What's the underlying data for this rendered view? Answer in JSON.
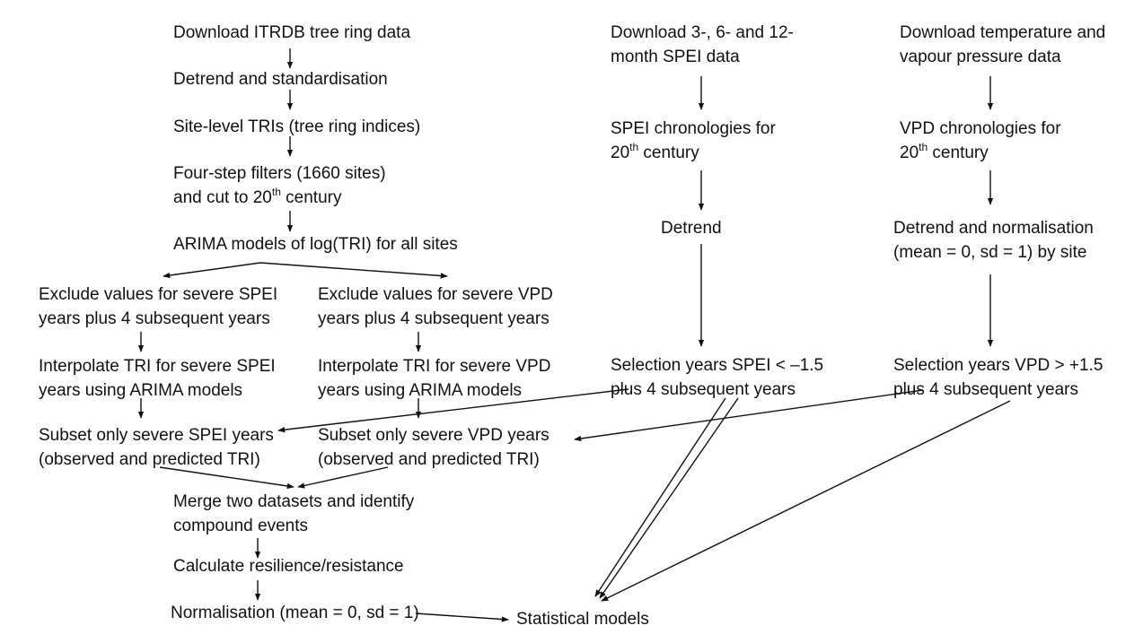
{
  "colors": {
    "text": "#111111",
    "arrow": "#111111",
    "background": "#ffffff"
  },
  "nodes": {
    "itrdb": {
      "lines": [
        "Download ITRDB tree ring data"
      ]
    },
    "detrend_std": {
      "lines": [
        "Detrend and standardisation"
      ]
    },
    "site_tri": {
      "lines": [
        "Site-level TRIs (tree ring indices)"
      ]
    },
    "filters": {
      "line1": "Four-step filters (1660 sites)",
      "line2_pre": "and cut to 20",
      "line2_sup": "th",
      "line2_post": " century"
    },
    "arima": {
      "lines": [
        "ARIMA models of log(TRI) for all sites"
      ]
    },
    "excl_spei": {
      "lines": [
        "Exclude values for severe SPEI",
        "years plus 4 subsequent years"
      ]
    },
    "excl_vpd": {
      "lines": [
        "Exclude values for severe VPD",
        "years plus 4 subsequent years"
      ]
    },
    "interp_spei": {
      "lines": [
        "Interpolate TRI for severe SPEI",
        "years using ARIMA models"
      ]
    },
    "interp_vpd": {
      "lines": [
        "Interpolate TRI for severe VPD",
        "years using ARIMA models"
      ]
    },
    "subset_spei": {
      "lines": [
        "Subset only severe SPEI years",
        "(observed and predicted TRI)"
      ]
    },
    "subset_vpd": {
      "lines": [
        "Subset only severe VPD years",
        "(observed and predicted TRI)"
      ]
    },
    "merge": {
      "lines": [
        "Merge two datasets and identify",
        "compound events"
      ]
    },
    "calc": {
      "lines": [
        "Calculate resilience/resistance"
      ]
    },
    "norm": {
      "lines": [
        "Normalisation (mean = 0, sd = 1)"
      ]
    },
    "stat": {
      "lines": [
        "Statistical models"
      ]
    },
    "dl_spei": {
      "lines": [
        "Download 3-, 6- and 12-",
        "month SPEI data"
      ]
    },
    "spei_chron": {
      "line1": "SPEI chronologies for",
      "line2_pre": "20",
      "line2_sup": "th",
      "line2_post": " century"
    },
    "spei_detrend": {
      "lines": [
        "Detrend"
      ]
    },
    "sel_spei": {
      "lines": [
        "Selection years SPEI < –1.5",
        "plus 4 subsequent years"
      ]
    },
    "dl_temp": {
      "lines": [
        "Download temperature and",
        "vapour pressure data"
      ]
    },
    "vpd_chron": {
      "line1": "VPD chronologies for",
      "line2_pre": "20",
      "line2_sup": "th",
      "line2_post": " century"
    },
    "vpd_detrend": {
      "lines": [
        "Detrend and normalisation",
        "(mean = 0, sd = 1) by site"
      ]
    },
    "sel_vpd": {
      "lines": [
        "Selection years VPD > +1.5",
        "plus 4 subsequent years"
      ]
    }
  }
}
